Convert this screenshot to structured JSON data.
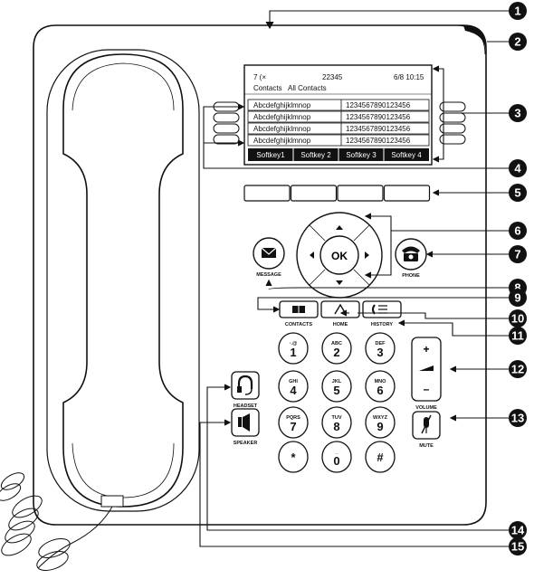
{
  "screen": {
    "status_left": "7 (×",
    "extension": "22345",
    "date_time": "6/8 10:15",
    "tab_contacts": "Contacts",
    "tab_all_contacts": "All Contacts",
    "rows": [
      {
        "name": "Abcdefghijklmnop",
        "number": "1234567890123456"
      },
      {
        "name": "Abcdefghijklmnop",
        "number": "1234567890123456"
      },
      {
        "name": "Abcdefghijklmnop",
        "number": "1234567890123456"
      },
      {
        "name": "Abcdefghijklmnop",
        "number": "1234567890123456"
      }
    ],
    "softkeys": [
      "Softkey1",
      "Softkey 2",
      "Softkey 3",
      "Softkey 4"
    ]
  },
  "nav": {
    "ok_label": "OK"
  },
  "buttons": {
    "message": "MESSAGE",
    "phone": "PHONE",
    "contacts": "CONTACTS",
    "home": "HOME",
    "history": "HISTORY",
    "headset": "HEADSET",
    "speaker": "SPEAKER",
    "volume": "VOLUME",
    "mute": "MUTE",
    "vol_plus": "+",
    "vol_minus": "–"
  },
  "keypad": [
    {
      "digit": "1",
      "letters": "·.@"
    },
    {
      "digit": "2",
      "letters": "ABC"
    },
    {
      "digit": "3",
      "letters": "DEF"
    },
    {
      "digit": "4",
      "letters": "GHI"
    },
    {
      "digit": "5",
      "letters": "JKL"
    },
    {
      "digit": "6",
      "letters": "MNO"
    },
    {
      "digit": "7",
      "letters": "PQRS"
    },
    {
      "digit": "8",
      "letters": "TUV"
    },
    {
      "digit": "9",
      "letters": "WXYZ"
    },
    {
      "digit": "*",
      "letters": ""
    },
    {
      "digit": "0",
      "letters": "_"
    },
    {
      "digit": "#",
      "letters": ""
    }
  ],
  "callouts": [
    "1",
    "2",
    "3",
    "4",
    "5",
    "6",
    "7",
    "8",
    "9",
    "10",
    "11",
    "12",
    "13",
    "14",
    "15"
  ],
  "icons": {
    "message": "envelope-icon",
    "phone": "phone-icon",
    "contacts": "book-icon",
    "home": "home-icon",
    "history": "history-icon",
    "headset": "headset-icon",
    "speaker": "speaker-icon",
    "mute": "mic-mute-icon"
  }
}
